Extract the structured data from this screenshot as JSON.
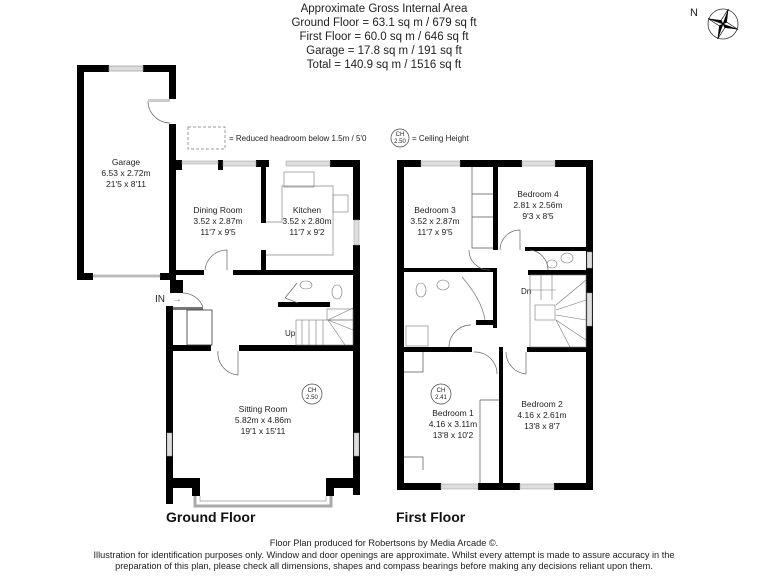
{
  "header": {
    "title": "Approximate Gross Internal Area",
    "ground_floor": "Ground Floor = 63.1 sq m / 679 sq ft",
    "first_floor": "First Floor = 60.0 sq m / 646 sq ft",
    "garage": "Garage = 17.8 sq m / 191 sq ft",
    "total": "Total = 140.9 sq m / 1516 sq ft"
  },
  "compass": {
    "label": "N",
    "icon": "compass-rose-icon"
  },
  "legend": {
    "reduced_headroom": "= Reduced headroom below 1.5m / 5'0",
    "ceiling_height": "= Ceiling Height",
    "ch_symbol_top": "CH",
    "ch_symbol_bottom": "2.50"
  },
  "ground_floor": {
    "title": "Ground Floor",
    "entrance_label": "IN",
    "stairs_label": "Up",
    "rooms": [
      {
        "name": "Garage",
        "metric": "6.53 x 2.72m",
        "imperial": "21'5 x 8'11"
      },
      {
        "name": "Dining Room",
        "metric": "3.52 x 2.87m",
        "imperial": "11'7 x 9'5"
      },
      {
        "name": "Kitchen",
        "metric": "3.52 x 2.80m",
        "imperial": "11'7 x 9'2"
      },
      {
        "name": "Sitting Room",
        "metric": "5.82m x 4.86m",
        "imperial": "19'1 x 15'11"
      }
    ],
    "ceiling_height": {
      "top": "CH",
      "value": "2.50"
    }
  },
  "first_floor": {
    "title": "First Floor",
    "stairs_label": "Dn",
    "rooms": [
      {
        "name": "Bedroom 3",
        "metric": "3.52 x 2.87m",
        "imperial": "11'7 x 9'5"
      },
      {
        "name": "Bedroom 4",
        "metric": "2.81 x 2.56m",
        "imperial": "9'3 x 8'5"
      },
      {
        "name": "Bedroom 1",
        "metric": "4.16 x 3.11m",
        "imperial": "13'8 x 10'2"
      },
      {
        "name": "Bedroom 2",
        "metric": "4.16 x 2.61m",
        "imperial": "13'8 x 8'7"
      }
    ],
    "ceiling_height": {
      "top": "CH",
      "value": "2.41"
    }
  },
  "footer": {
    "line1": "Floor Plan produced for Robertsons by Media Arcade ©.",
    "line2": "Illustration for identification purposes only. Window and door openings are approximate. Whilst every attempt is made to assure accuracy in the",
    "line3": "preparation of this plan, please check all dimensions, shapes and compass bearings before making any decisions reliant upon them."
  },
  "colors": {
    "wall": "#000000",
    "window": "#b8b8b8",
    "line": "#555555",
    "background": "#ffffff"
  }
}
